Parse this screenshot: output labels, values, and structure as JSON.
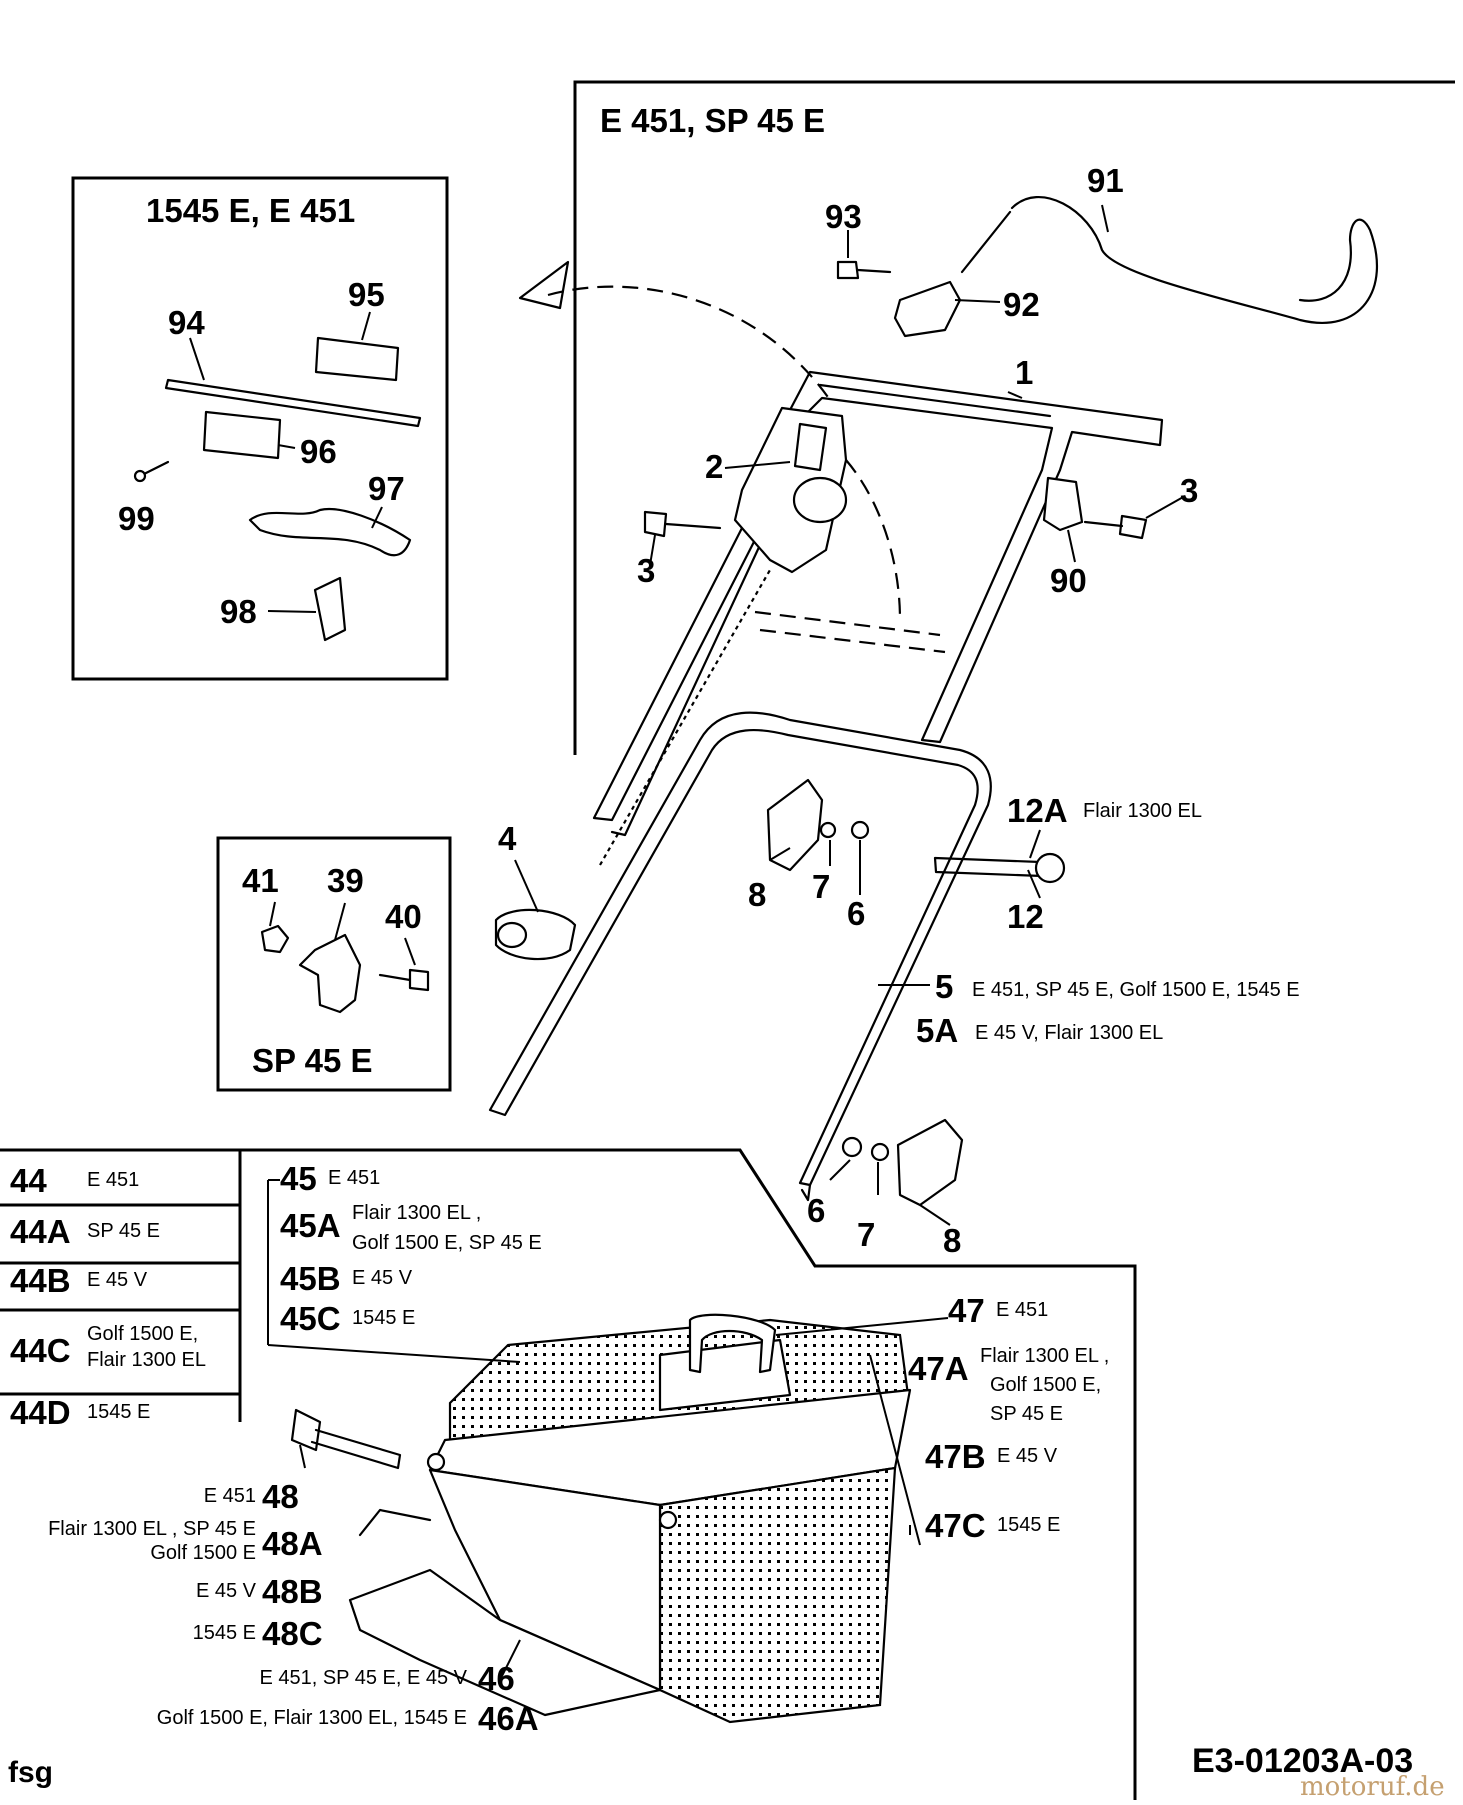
{
  "drawing_number": "E3-01203A-03",
  "footer_left": "fsg",
  "watermark": "motoruf.de",
  "panels": {
    "top_right": "E 451, SP 45 E",
    "box_upper_left": "1545 E, E 451",
    "box_middle_left": "SP 45 E"
  },
  "callouts": {
    "p1": "1",
    "p2": "2",
    "p3a": "3",
    "p3b": "3",
    "p4": "4",
    "p5": "5",
    "p5A": "5A",
    "p6a": "6",
    "p6b": "6",
    "p7a": "7",
    "p7b": "7",
    "p8a": "8",
    "p8b": "8",
    "p12": "12",
    "p12A": "12A",
    "p39": "39",
    "p40": "40",
    "p41": "41",
    "p90": "90",
    "p91": "91",
    "p92": "92",
    "p93": "93",
    "p94": "94",
    "p95": "95",
    "p96": "96",
    "p97": "97",
    "p98": "98",
    "p99": "99"
  },
  "variant_notes": {
    "p12A": "Flair 1300 EL",
    "p5": "E 451, SP 45 E, Golf 1500 E, 1545 E",
    "p5A": "E 45 V, Flair 1300 EL"
  },
  "table_44": [
    {
      "num": "44",
      "lines": [
        "E 451"
      ]
    },
    {
      "num": "44A",
      "lines": [
        "SP 45 E"
      ]
    },
    {
      "num": "44B",
      "lines": [
        "E 45 V"
      ]
    },
    {
      "num": "44C",
      "lines": [
        "Golf 1500 E,",
        "Flair 1300 EL"
      ]
    },
    {
      "num": "44D",
      "lines": [
        "1545 E"
      ]
    }
  ],
  "list_45": [
    {
      "num": "45",
      "lines": [
        "E 451"
      ]
    },
    {
      "num": "45A",
      "lines": [
        "Flair 1300 EL ,",
        "Golf 1500 E,  SP 45 E"
      ]
    },
    {
      "num": "45B",
      "lines": [
        "E 45 V"
      ]
    },
    {
      "num": "45C",
      "lines": [
        "1545 E"
      ]
    }
  ],
  "list_47": [
    {
      "num": "47",
      "lines": [
        "E 451"
      ]
    },
    {
      "num": "47A",
      "lines": [
        "Flair 1300 EL ,",
        "Golf 1500 E,",
        "SP 45 E"
      ]
    },
    {
      "num": "47B",
      "lines": [
        "E 45 V"
      ]
    },
    {
      "num": "47C",
      "lines": [
        "1545 E"
      ]
    }
  ],
  "list_48": [
    {
      "num": "48",
      "lines": [
        "E 451"
      ]
    },
    {
      "num": "48A",
      "lines": [
        "Flair 1300 EL , SP 45 E",
        "Golf 1500 E"
      ]
    },
    {
      "num": "48B",
      "lines": [
        "E 45 V"
      ]
    },
    {
      "num": "48C",
      "lines": [
        "1545 E"
      ]
    }
  ],
  "list_46": [
    {
      "num": "46",
      "lines": [
        "E 451,  SP 45 E,  E 45 V"
      ]
    },
    {
      "num": "46A",
      "lines": [
        "Golf 1500 E,  Flair 1300 EL, 1545 E"
      ]
    }
  ]
}
